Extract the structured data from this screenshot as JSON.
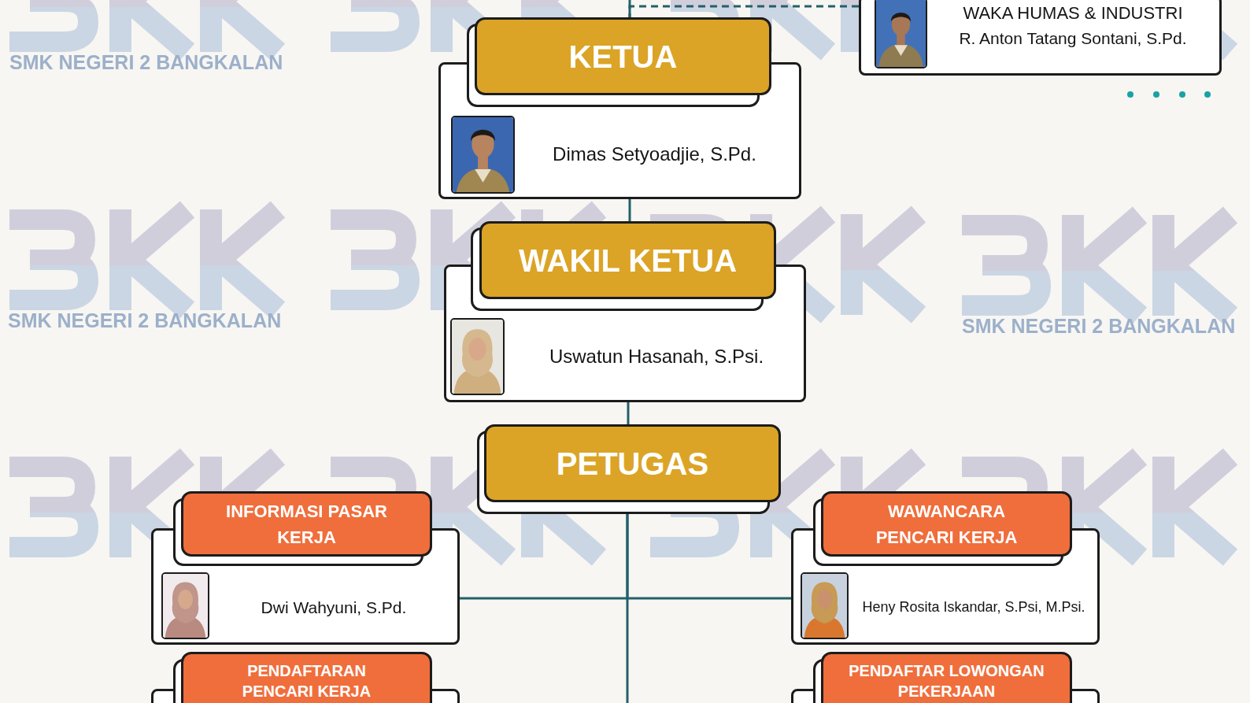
{
  "diagram": {
    "nodes": [
      {
        "text": [
          "WAKA HUMAS & INDUSTRI",
          "R. Anton Tatang Sontani, S.Pd."
        ]
      },
      {
        "text": [
          "KETUA",
          "Dimas Setyoadjie, S.Pd."
        ]
      },
      {
        "text": [
          "WAKIL KETUA",
          "Uswatun Hasanah, S.Psi."
        ]
      },
      {
        "text": [
          "PETUGAS"
        ]
      },
      {
        "text": [
          "INFORMASI PASAR KERJA",
          "Dwi Wahyuni, S.Pd."
        ]
      },
      {
        "text": [
          "WAWANCARA PENCARI KERJA",
          "Heny Rosita Iskandar, S.Psi, M.Psi."
        ]
      },
      {
        "text": [
          "PENDAFTARAN PENCARI KERJA"
        ]
      },
      {
        "text": [
          "PENDAFTAR LOWONGAN PEKERJAAN"
        ]
      }
    ],
    "edges": [
      {
        "from": 0,
        "to": 1,
        "arrow": "none"
      },
      {
        "from": 1,
        "to": 2,
        "arrow": "none"
      },
      {
        "from": 2,
        "to": 3,
        "arrow": "none"
      },
      {
        "from": 3,
        "to": 4,
        "arrow": "none"
      },
      {
        "from": 3,
        "to": 5,
        "arrow": "none"
      }
    ],
    "labels": [
      "SMK NEGERI 2 BANGKALAN",
      "SMK NEGERI 2 BANGKALAN",
      "SMK NEGERI 2 BANGKALAN"
    ]
  }
}
